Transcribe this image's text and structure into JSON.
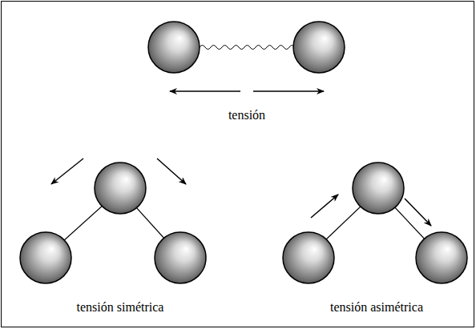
{
  "diagram": {
    "labels": [
      "tensión",
      "tensión simétrica",
      "tensión asimétrica"
    ]
  }
}
